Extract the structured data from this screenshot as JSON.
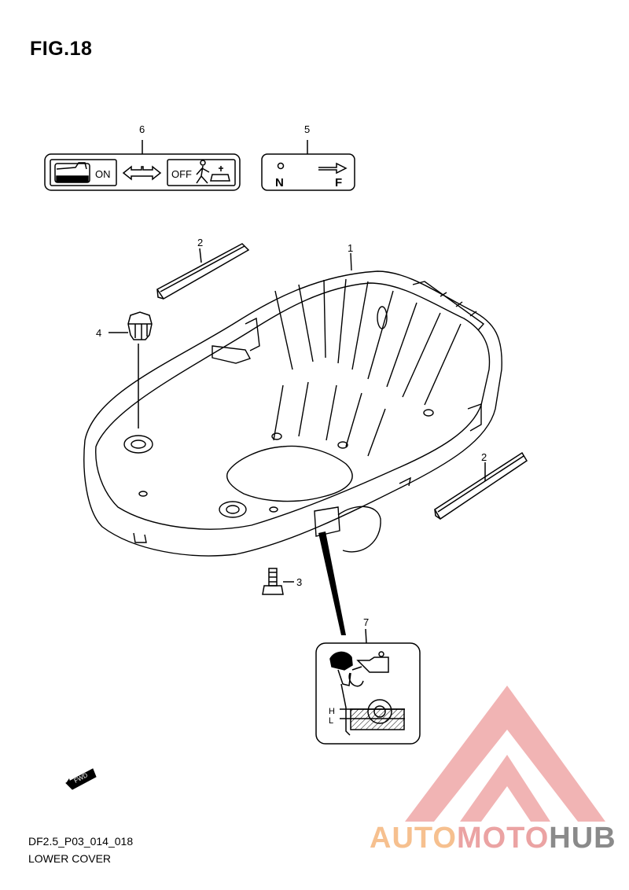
{
  "figure": {
    "title": "FIG.18"
  },
  "callouts": {
    "c1": "1",
    "c2a": "2",
    "c2b": "2",
    "c3": "3",
    "c4": "4",
    "c5": "5",
    "c6": "6",
    "c7": "7"
  },
  "decal6": {
    "on_label": "ON",
    "off_label": "OFF"
  },
  "decal5": {
    "n_label": "N",
    "f_label": "F"
  },
  "decal7": {
    "h_label": "H",
    "l_label": "L"
  },
  "fwd_label": "FWD",
  "footer": {
    "code": "DF2.5_P03_014_018",
    "name": "LOWER COVER"
  },
  "watermark": {
    "part1": "AUTO",
    "part2": "MOTO",
    "part3": "HUB"
  },
  "colors": {
    "watermark_orange": "#f6c08f",
    "watermark_pink": "#eba3a3",
    "watermark_gray": "#8a8a8a"
  }
}
